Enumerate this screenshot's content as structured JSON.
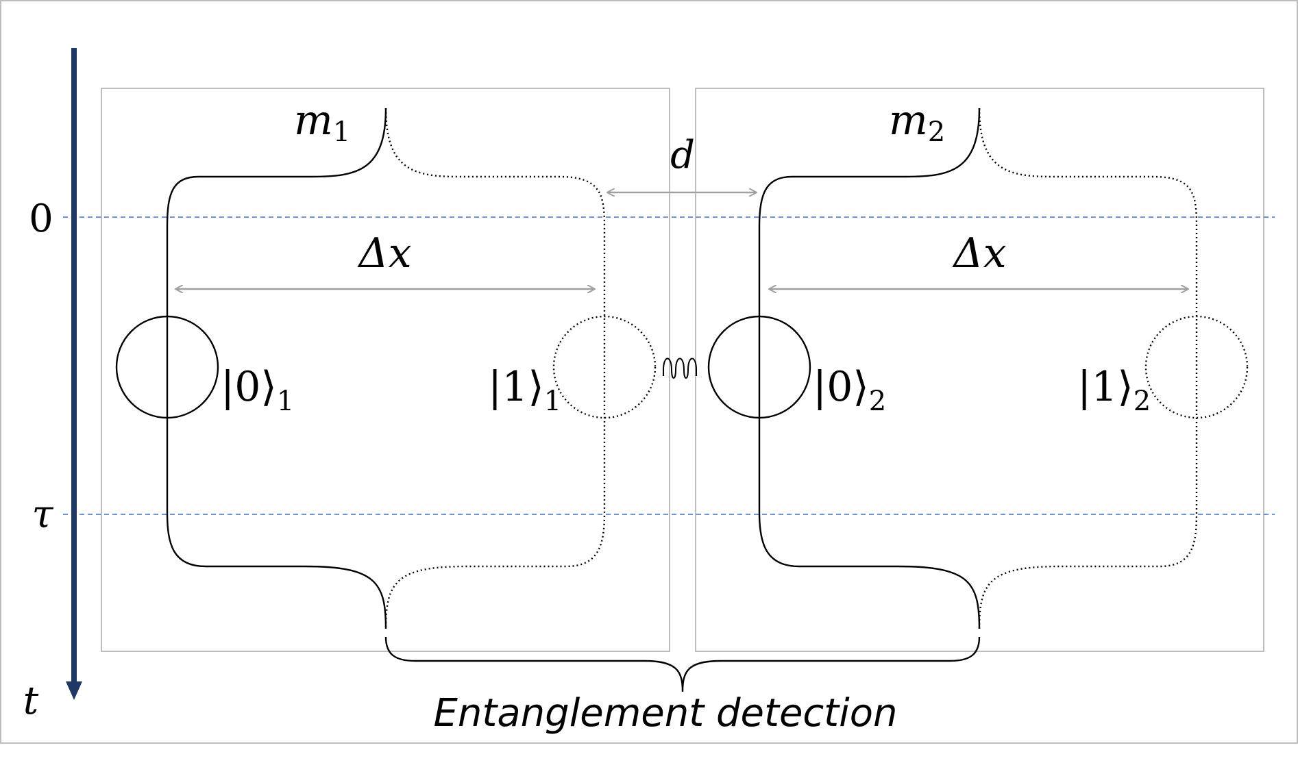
{
  "time_axis": {
    "label": "t",
    "color": "#203864"
  },
  "time_marks": [
    {
      "label": "0"
    },
    {
      "label": "τ"
    }
  ],
  "separation_label": "d",
  "coupling": {
    "icon": "wavy-interaction-icon"
  },
  "panels": [
    {
      "mass_base": "m",
      "mass_index": "1",
      "delta_label": "Δx",
      "ket0_label": "|0⟩",
      "ket0_index": "1",
      "ket1_label": "|1⟩",
      "ket1_index": "1"
    },
    {
      "mass_base": "m",
      "mass_index": "2",
      "delta_label": "Δx",
      "ket0_label": "|0⟩",
      "ket0_index": "2",
      "ket1_label": "|1⟩",
      "ket1_index": "2"
    }
  ],
  "caption": "Entanglement detection",
  "colors": {
    "time_axis": "#203864",
    "dashed_lines": "#4472c4",
    "panel_border": "#bdbdbd",
    "arrows": "#a0a0a0"
  }
}
